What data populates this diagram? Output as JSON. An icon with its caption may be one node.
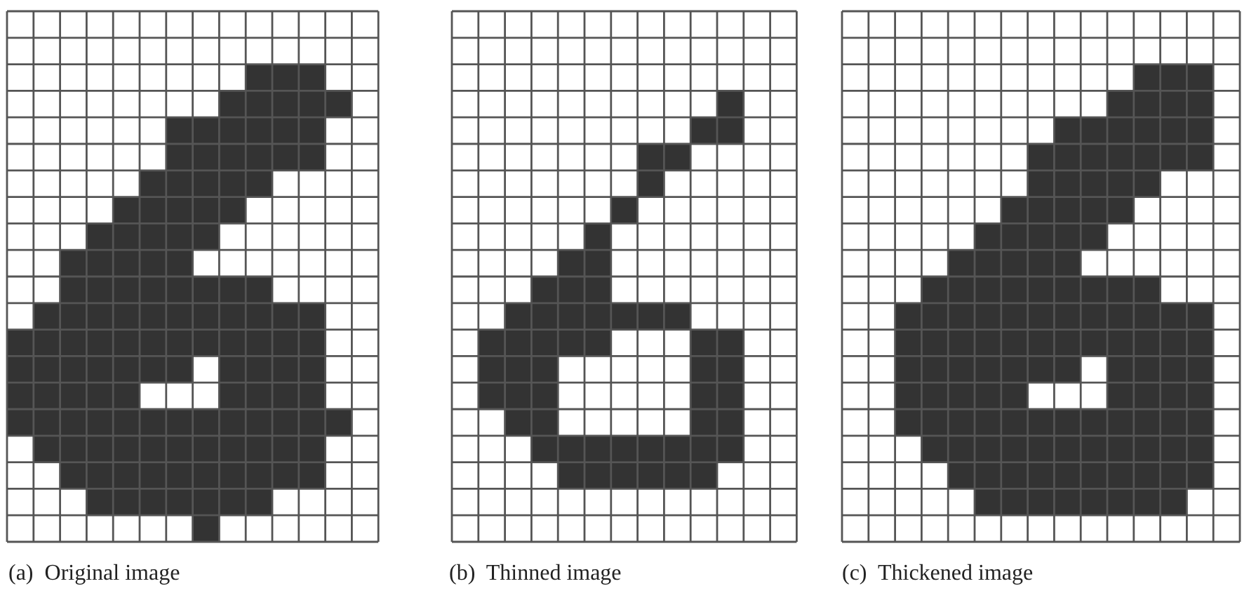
{
  "diagram": {
    "labels": [
      "(a)  Original image",
      "(b)  Thinned image",
      "(c)  Thickened image"
    ]
  }
}
